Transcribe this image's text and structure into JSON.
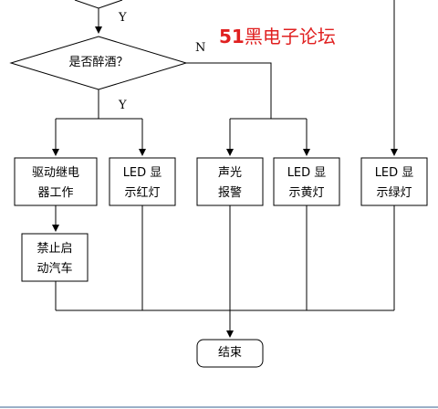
{
  "watermark": {
    "number": "51",
    "text": "黑电子论坛",
    "color": "#e02020"
  },
  "decision": {
    "question": "是否醉酒？",
    "yes_label": "Y",
    "no_label": "N"
  },
  "top_yes_label": "Y",
  "boxes": {
    "relay_work": {
      "line1": "驱动继电",
      "line2": "器工作"
    },
    "red_led": {
      "line1": "LED 显",
      "line2": "示红灯"
    },
    "sound_light_alarm": {
      "line1": "声光",
      "line2": "报警"
    },
    "yellow_led": {
      "line1": "LED 显",
      "line2": "示黄灯"
    },
    "green_led": {
      "line1": "LED 显",
      "line2": "示绿灯"
    },
    "ban_start": {
      "line1": "禁止启",
      "line2": "动汽车"
    }
  },
  "end": {
    "label": "结束"
  }
}
